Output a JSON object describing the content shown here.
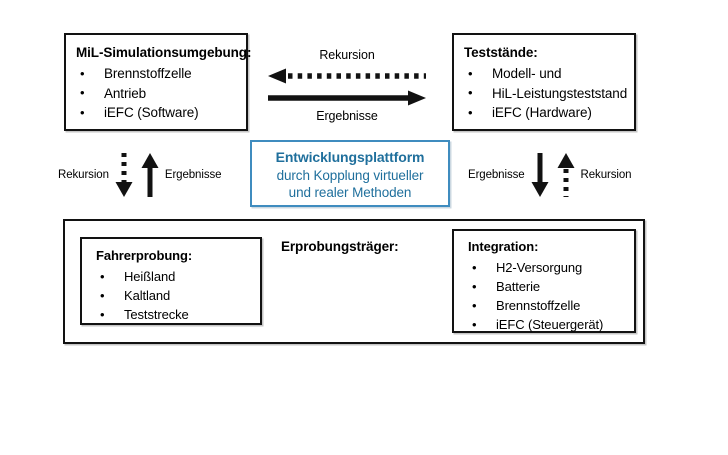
{
  "diagram": {
    "title": "Entwicklungsplattform Diagramm",
    "colors": {
      "box_border": "#121212",
      "accent_blue_border": "#3f8cbf",
      "accent_blue_text": "#1f6f9c",
      "background": "#ffffff"
    },
    "top_left_box": {
      "title": "MiL-Simulationsumgebung:",
      "items": [
        "Brennstoffzelle",
        "Antrieb",
        "iEFC (Software)"
      ]
    },
    "top_right_box": {
      "title": "Teststände:",
      "items": [
        "Modell- und",
        "HiL-Leistungsteststand",
        "iEFC (Hardware)"
      ]
    },
    "horizontal_arrows": {
      "top_label": "Rekursion",
      "top_arrow_icon": "dotted-arrow-left-icon",
      "bottom_label": "Ergebnisse",
      "bottom_arrow_icon": "solid-arrow-right-icon"
    },
    "center_box": {
      "line1": "Entwicklungsplattform",
      "line2": "durch Kopplung virtueller",
      "line3": "und realer Methoden"
    },
    "left_vertical_arrows": {
      "label_left": "Rekursion",
      "arrow_left_icon": "dotted-arrow-down-icon",
      "arrow_right_icon": "solid-arrow-up-icon",
      "label_right": "Ergebnisse"
    },
    "right_vertical_arrows": {
      "label_left": "Ergebnisse",
      "arrow_left_icon": "solid-arrow-down-icon",
      "arrow_right_icon": "dotted-arrow-up-icon",
      "label_right": "Rekursion"
    },
    "bottom_container": {
      "title": "Erprobungsträger:",
      "left_box": {
        "title": "Fahrerprobung:",
        "items": [
          "Heißland",
          "Kaltland",
          "Teststrecke"
        ]
      },
      "right_box": {
        "title": "Integration:",
        "items": [
          "H2-Versorgung",
          "Batterie",
          "Brennstoffzelle",
          "iEFC (Steuergerät)"
        ]
      }
    }
  }
}
